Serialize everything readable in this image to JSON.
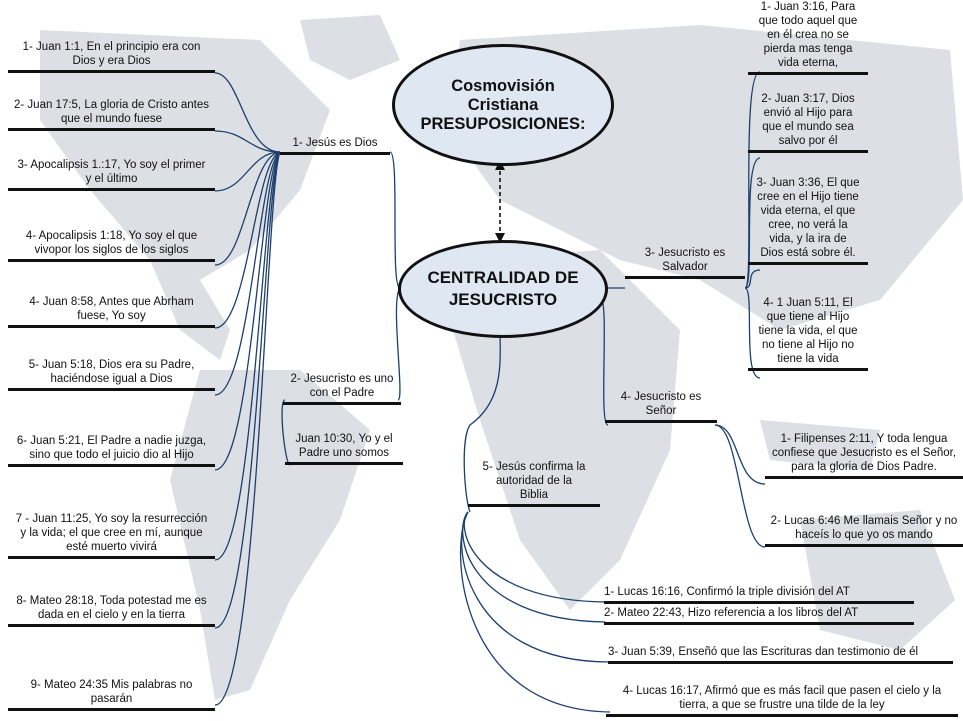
{
  "title_oval": {
    "text": "Cosmovisión\nCristiana\nPRESUPOSICIONES:"
  },
  "center_oval": {
    "text": "CENTRALIDAD DE\nJESUCRISTO"
  },
  "branches": {
    "dios": "1- Jesús es Dios",
    "padre": "2- Jesucristo es uno\ncon el Padre",
    "salvador": "3- Jesucristo es\nSalvador",
    "senor": "4- Jesucristo es\nSeñor",
    "biblia": "5- Jesús confirma la\nautoridad de la\nBiblia"
  },
  "dios_items": [
    "1- Juan 1:1, En el principio era con\nDios y era Dios",
    "2- Juan 17:5, La gloria de Cristo antes\nque el mundo fuese",
    "3- Apocalipsis 1.:17, Yo soy el primer\ny el último",
    "4- Apocalipsis 1:18, Yo soy el que\nvivopor los siglos de los siglos",
    "4- Juan 8:58,  Antes que Abrham\nfuese, Yo soy",
    "5- Juan 5:18, Dios era su Padre,\nhaciéndose igual a Dios",
    "6- Juan 5:21, El Padre a nadie juzga,\nsino que todo el juicio dio al Hijo",
    "7 - Juan 11:25, Yo soy la resurrección\ny la vida; el que cree en mí, aunque\nesté muerto vivirá",
    "8- Mateo 28:18, Toda potestad me es\ndada en el cielo y en la tierra",
    "9- Mateo 24:35 Mis palabras no\npasarán"
  ],
  "padre_items": [
    "Juan 10:30, Yo y el\nPadre uno somos"
  ],
  "salvador_items": [
    "1- Juan 3:16, Para\nque todo aquel que\nen él crea no se\npierda mas tenga\nvida eterna,",
    "2- Juan 3:17, Dios\nenvió al Hijo para\nque el mundo sea\nsalvo por él",
    "3- Juan 3:36, El que\ncree en el Hijo tiene\nvida eterna, el que\ncree, no verá la\nvida, y la ira de\nDios está sobre él.",
    "4- 1 Juan 5:11, El\nque tiene al Hijo\ntiene la vida, el que\nno tiene al Hijo no\ntiene la vida"
  ],
  "senor_items": [
    "1- Filipenses 2:11, Y toda lengua\nconfiese que Jesucristo es el Señor,\npara la gloria de Dios Padre.",
    "2- Lucas 6:46 Me llamais Señor y no\nhaceís lo que yo os mando"
  ],
  "biblia_items": [
    "1- Lucas 16:16, Confirmó la triple división del AT",
    "2- Mateo 22:43, Hizo referencia a los libros del AT",
    "3- Juan 5:39, Enseñó que las Escrituras dan testimonio de él",
    "4- Lucas 16:17, Afirmó que es más facil que pasen el cielo y la\ntierra, a que se frustre una tilde de la ley"
  ],
  "colors": {
    "ink": "#111111",
    "link": "#1c3f6e",
    "map_land": "#dcdfe3",
    "oval_fill": "#dfe7f3"
  }
}
